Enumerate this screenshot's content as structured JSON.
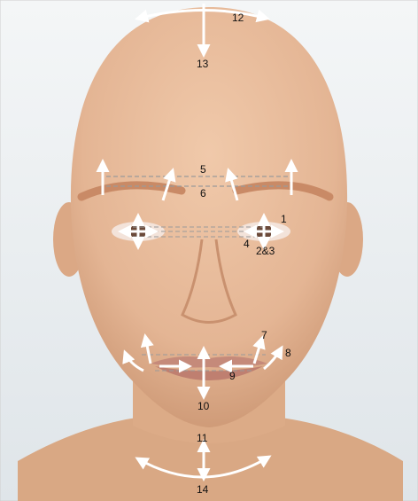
{
  "labels": {
    "l1": "1",
    "l23": "2&3",
    "l4": "4",
    "l5": "5",
    "l6": "6",
    "l7": "7",
    "l8": "8",
    "l9": "9",
    "l10": "10",
    "l11": "11",
    "l12": "12",
    "l13": "13",
    "l14": "14"
  },
  "colors": {
    "background": "#e9eef1",
    "skin": "#e8bf9f",
    "skin_shadow": "#d9a884",
    "arrow": "#ffffff",
    "guide_line": "#9a9a9a",
    "label_text": "#111111"
  }
}
